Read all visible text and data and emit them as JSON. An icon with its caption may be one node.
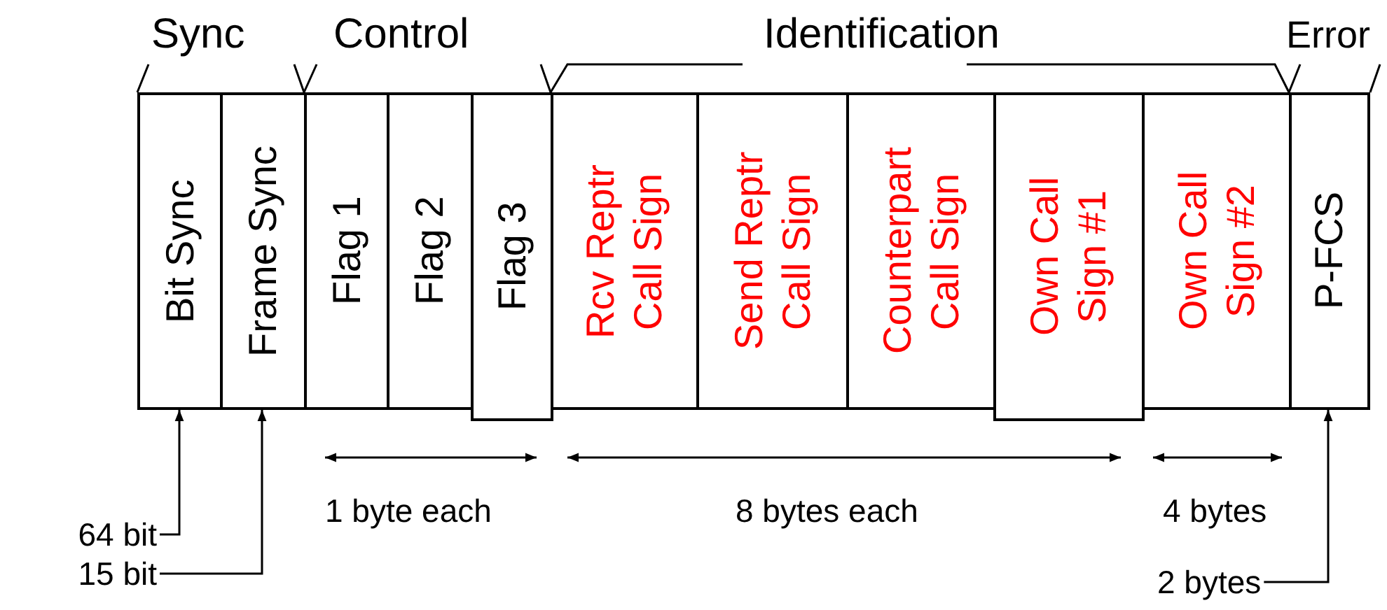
{
  "diagram": {
    "nodes": [
      {
        "text": [
          "Bit Sync"
        ]
      },
      {
        "text": [
          "Frame Sync"
        ]
      },
      {
        "text": [
          "Flag 1"
        ]
      },
      {
        "text": [
          "Flag 2"
        ]
      },
      {
        "text": [
          "Flag 3"
        ]
      },
      {
        "text": [
          "Rcv Reptr Call Sign"
        ]
      },
      {
        "text": [
          "Send Reptr Call Sign"
        ]
      },
      {
        "text": [
          "Counterpart Call Sign"
        ]
      },
      {
        "text": [
          "Own Call Sign #1"
        ]
      },
      {
        "text": [
          "Own Call Sign #2"
        ]
      },
      {
        "text": [
          "P-FCS"
        ]
      },
      {
        "text": [
          "64 bit"
        ]
      },
      {
        "text": [
          "15 bit"
        ]
      },
      {
        "text": [
          "2 bytes"
        ]
      }
    ],
    "edges": [
      {
        "from": 11,
        "to": 0,
        "arrow": "to"
      },
      {
        "from": 12,
        "to": 1,
        "arrow": "to"
      },
      {
        "from": 13,
        "to": 10,
        "arrow": "to"
      }
    ],
    "labels": [
      "Sync",
      "Control",
      "Identification",
      "Error",
      "1 byte each",
      "8 bytes each",
      "4 bytes"
    ]
  }
}
